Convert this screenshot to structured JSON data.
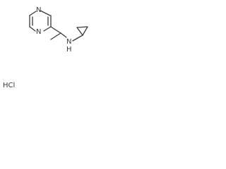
{
  "molecule": {
    "atom_labels": {
      "ring_n_top": "N",
      "ring_n_bottom": "N",
      "amine_n": "N",
      "amine_h": "H"
    },
    "salt": "HCl"
  }
}
